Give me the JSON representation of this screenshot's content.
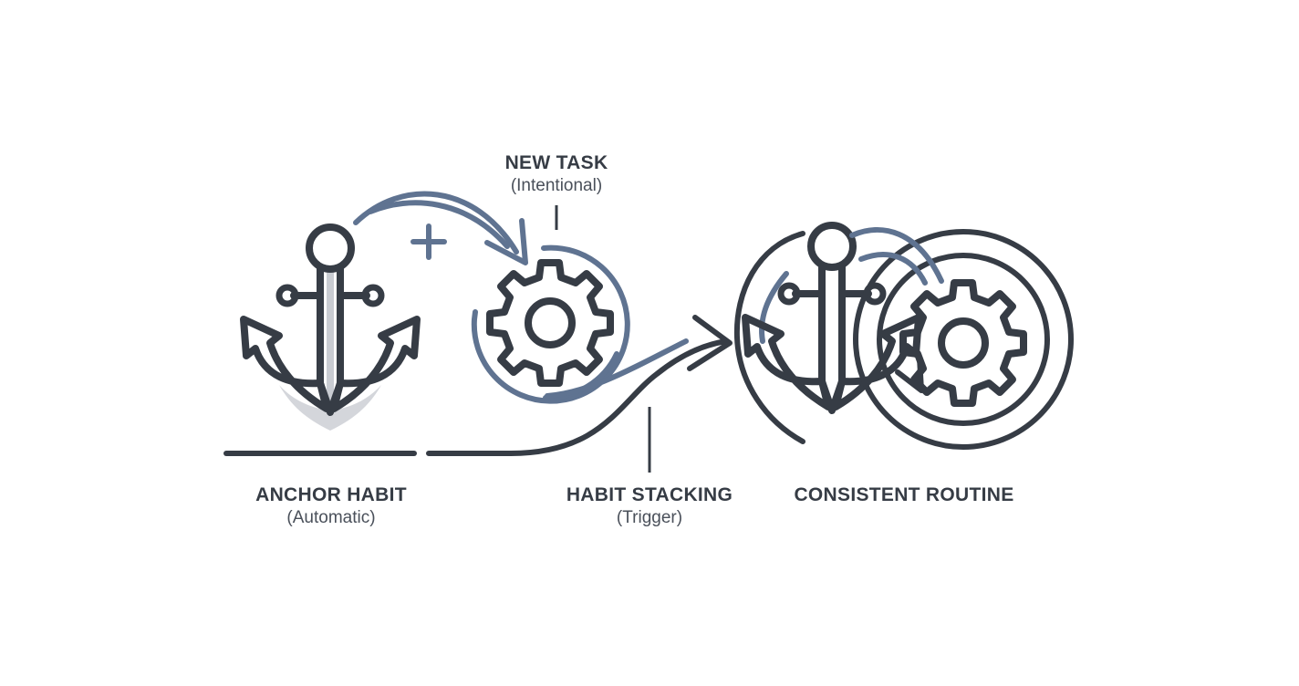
{
  "colors": {
    "dark": "#363c45",
    "accent": "#5f7391",
    "fill": "#c9ccd2",
    "background": "#ffffff"
  },
  "labels": {
    "new_task": {
      "title": "NEW TASK",
      "subtitle": "(Intentional)"
    },
    "anchor_habit": {
      "title": "ANCHOR HABIT",
      "subtitle": "(Automatic)"
    },
    "habit_stacking": {
      "title": "HABIT STACKING",
      "subtitle": "(Trigger)"
    },
    "consistent_routine": {
      "title": "CONSISTENT ROUTINE"
    }
  },
  "icons": {
    "anchor_left": "anchor-icon",
    "gear_middle": "gear-icon",
    "plus": "plus-icon",
    "anchor_right": "anchor-icon",
    "gear_right": "gear-icon"
  }
}
